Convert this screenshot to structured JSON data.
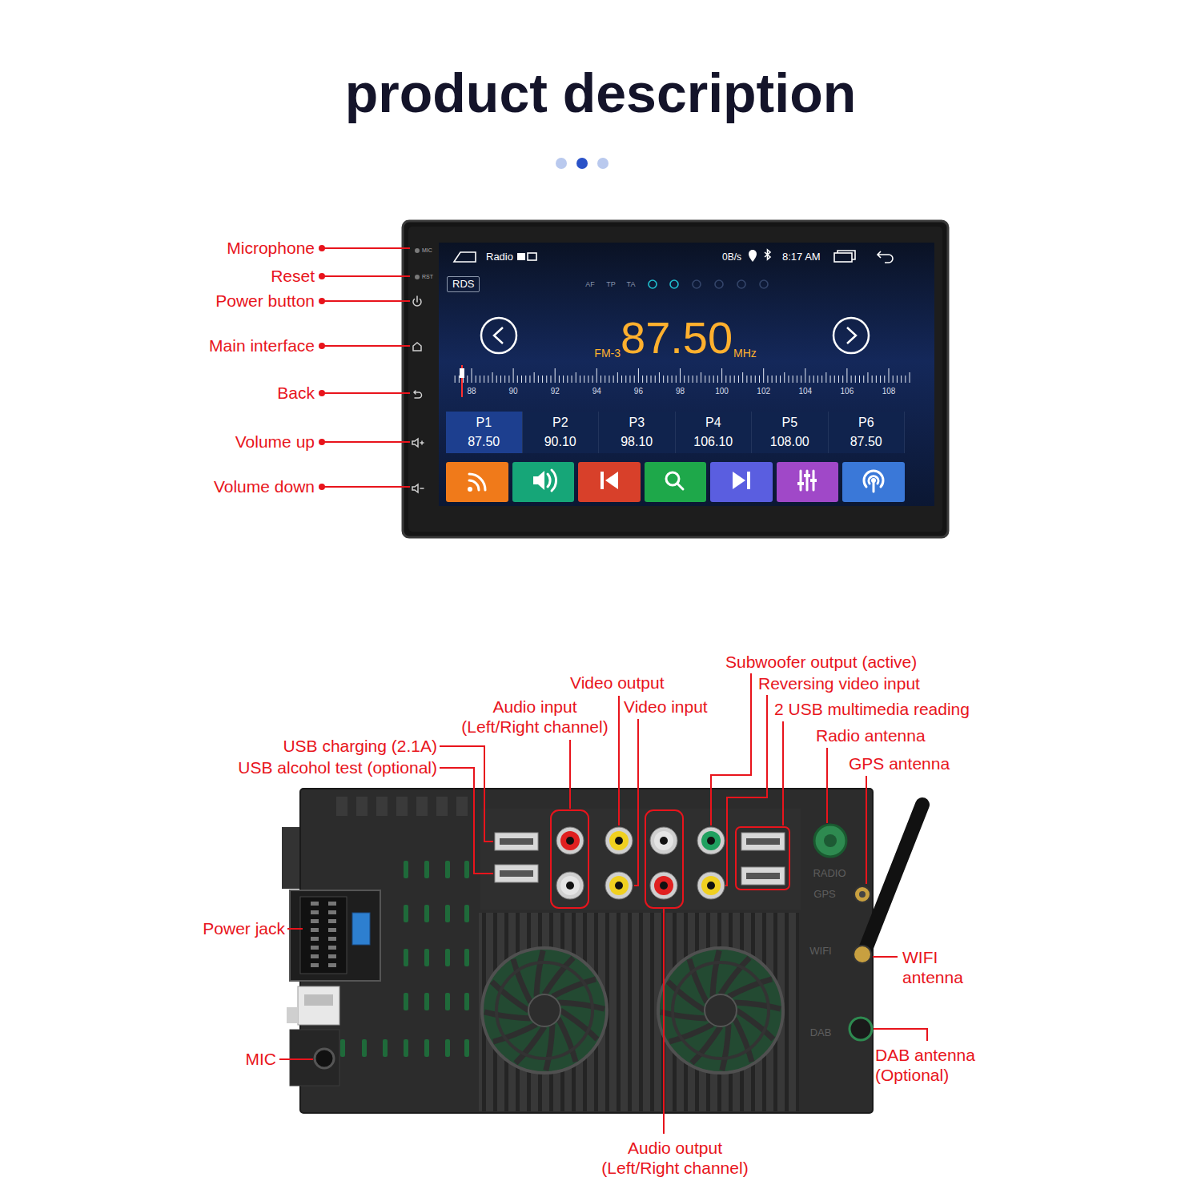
{
  "diagram": {
    "title": "product description",
    "nodes": [
      {
        "text": [
          "RDS"
        ]
      },
      {
        "text": [
          "P1",
          "87.50"
        ]
      },
      {
        "text": [
          "P2",
          "90.10"
        ]
      },
      {
        "text": [
          "P3",
          "98.10"
        ]
      },
      {
        "text": [
          "P4",
          "106.10"
        ]
      },
      {
        "text": [
          "P5",
          "108.00"
        ]
      },
      {
        "text": [
          "P6",
          "87.50"
        ]
      }
    ],
    "labels": [
      "Microphone",
      "Reset",
      "Power button",
      "Main interface",
      "Back",
      "Volume up",
      "Volume down",
      "MIC",
      "RST",
      "Radio",
      "0B/s",
      "8:17 AM",
      "AF",
      "TP",
      "TA",
      "FM-3",
      "87.50",
      "MHz",
      "88",
      "90",
      "92",
      "94",
      "96",
      "98",
      "100",
      "102",
      "104",
      "106",
      "108",
      "Subwoofer output (active)",
      "Reversing video input",
      "2 USB multimedia reading",
      "Radio antenna",
      "GPS antenna",
      "Video output",
      "Audio input (Left/Right channel)",
      "Video input",
      "USB charging (2.1A)",
      "USB alcohol test (optional)",
      "Power jack",
      "MIC",
      "WIFI antenna",
      "DAB antenna (Optional)",
      "Audio output (Left/Right channel)",
      "RADIO",
      "GPS",
      "WIFI",
      "DAB"
    ]
  }
}
